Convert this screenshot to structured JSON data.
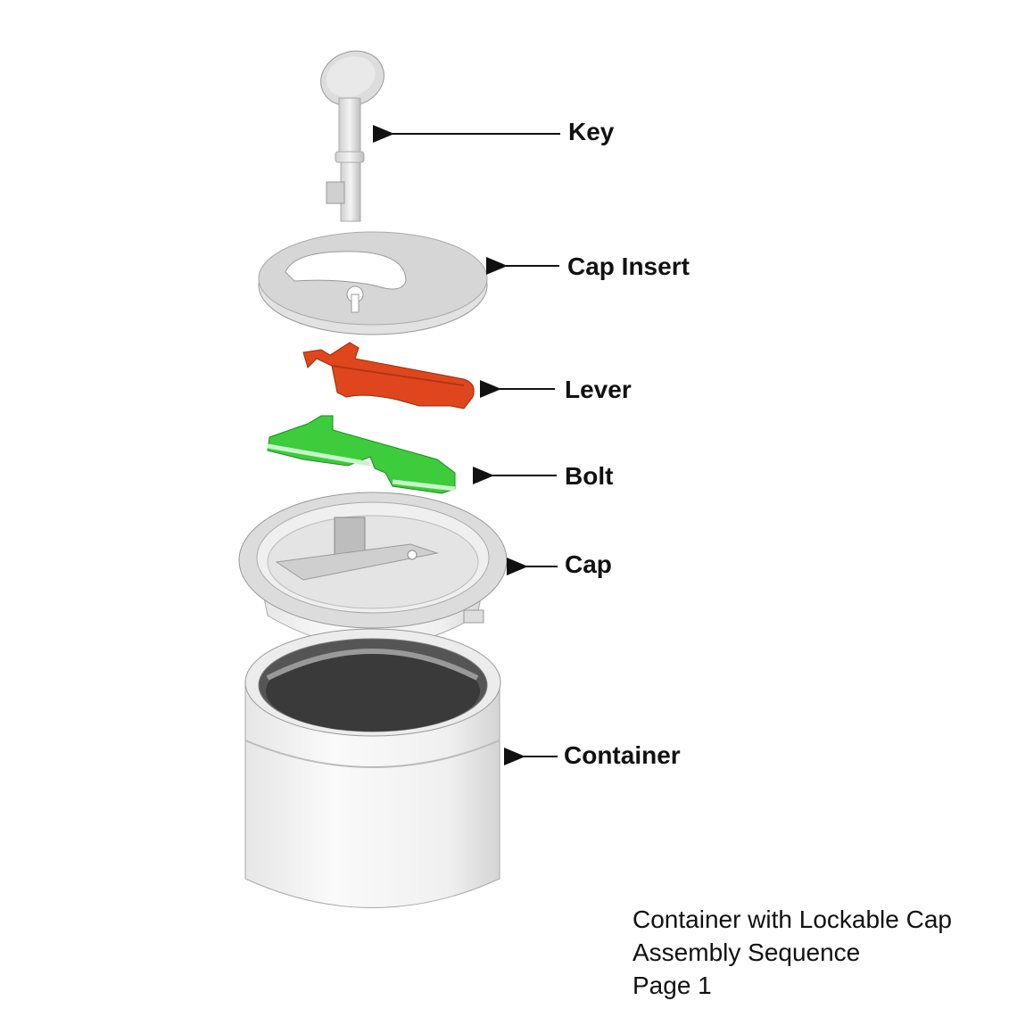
{
  "labels": {
    "key": "Key",
    "cap_insert": "Cap Insert",
    "lever": "Lever",
    "bolt": "Bolt",
    "cap": "Cap",
    "container": "Container"
  },
  "caption": {
    "line1": "Container with Lockable Cap",
    "line2": "Assembly Sequence",
    "line3": "Page 1"
  },
  "colors": {
    "lever": "#e0461e",
    "bolt": "#3ccc3c",
    "part_gray": "#d8d8d8"
  }
}
